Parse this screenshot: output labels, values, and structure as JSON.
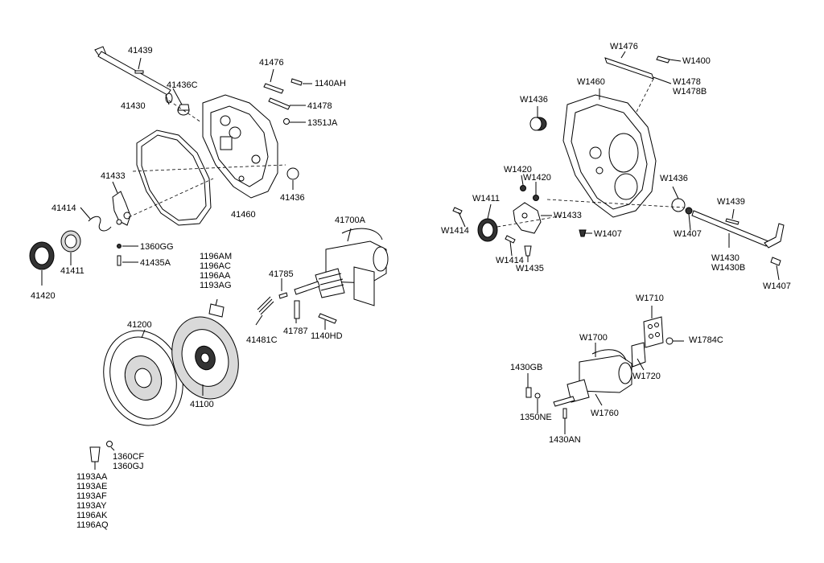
{
  "left": {
    "p41439": "41439",
    "p41430": "41430",
    "p41436C": "41436C",
    "p41476": "41476",
    "p1140AH": "1140AH",
    "p41478": "41478",
    "p1351JA": "1351JA",
    "p41436": "41436",
    "p41433": "41433",
    "p41460": "41460",
    "p41414": "41414",
    "p1360GG": "1360GG",
    "p41435A": "41435A",
    "p41411": "41411",
    "p41420": "41420",
    "p41700A": "41700A",
    "bolt_group_top": [
      "1196AM",
      "1196AC",
      "1196AA",
      "1193AG"
    ],
    "p41785": "41785",
    "p41481C": "41481C",
    "p41787": "41787",
    "p1140HD": "1140HD",
    "p41200": "41200",
    "p41100": "41100",
    "washer_group": [
      "1360CF",
      "1360GJ"
    ],
    "bolt_group_bottom": [
      "1193AA",
      "1193AE",
      "1193AF",
      "1193AY",
      "1196AK",
      "1196AQ"
    ]
  },
  "right": {
    "pW1476": "W1476",
    "pW1400": "W1400",
    "pW1478_group": [
      "W1478",
      "W1478B"
    ],
    "pW1460": "W1460",
    "pW1436a": "W1436",
    "pW1420a": "W1420",
    "pW1420b": "W1420",
    "pW1411": "W1411",
    "pW1433": "W1433",
    "pW1414a": "W1414",
    "pW1407a": "W1407",
    "pW1414b": "W1414",
    "pW1435": "W1435",
    "pW1436b": "W1436",
    "pW1439": "W1439",
    "pW1407b": "W1407",
    "pW1430_group": [
      "W1430",
      "W1430B"
    ],
    "pW1407c": "W1407",
    "pW1710": "W1710",
    "pW1700": "W1700",
    "pW1784C": "W1784C",
    "pW1720": "W1720",
    "p1430GB": "1430GB",
    "p1350NE": "1350NE",
    "pW1760": "W1760",
    "p1430AN": "1430AN"
  }
}
